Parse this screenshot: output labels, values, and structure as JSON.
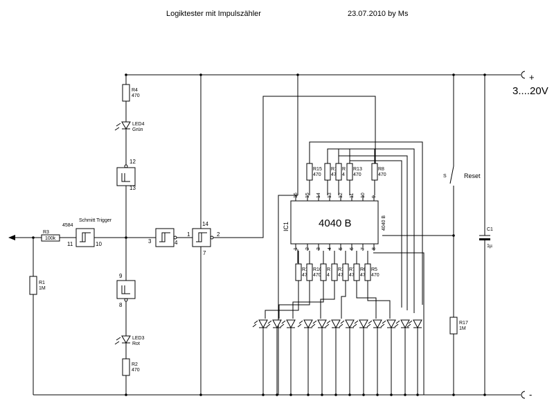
{
  "header": {
    "title": "Logiktester mit Impulszähler",
    "date": "23.07.2010 by Ms"
  },
  "supply": {
    "plus": "+",
    "minus": "-",
    "voltage": "3....20V"
  },
  "ic1": {
    "ref": "IC1",
    "name": "4040 B",
    "vert": "4040 B",
    "top_pins": [
      "16",
      "15",
      "14",
      "13",
      "12",
      "11",
      "10",
      "9"
    ],
    "bottom_pins": [
      "1",
      "2",
      "3",
      "4",
      "5",
      "6",
      "7",
      "8"
    ]
  },
  "schmitt": {
    "family": "4584",
    "label": "Schmitt Trigger",
    "g1_in": "11",
    "g1_out": "10",
    "g2_in": "3",
    "g2_out": "4",
    "g3_in": "1",
    "g3_out": "2",
    "g3_vcc": "14",
    "g3_gnd": "7",
    "g4_in": "12",
    "g4_out": "13",
    "g5_in": "9",
    "g5_out": "8"
  },
  "components": {
    "r1": {
      "ref": "R1",
      "val": "1M"
    },
    "r2": {
      "ref": "R2",
      "val": "470"
    },
    "r3": {
      "ref": "R3",
      "val": "100k"
    },
    "r4": {
      "ref": "R4",
      "val": "470"
    },
    "led3": {
      "ref": "LED3",
      "val": "Rot"
    },
    "led4": {
      "ref": "LED4",
      "val": "Grün"
    },
    "r17": {
      "ref": "R17",
      "val": "1M"
    },
    "c1": {
      "ref": "C1",
      "val": "1µ"
    },
    "switch": {
      "ref": "S",
      "label": "Reset"
    }
  },
  "resistors_top": [
    {
      "ref": "R15",
      "val": "470"
    },
    {
      "ref": "R14",
      "val": "470"
    },
    {
      "ref": "R",
      "val": "4"
    },
    {
      "ref": "R13",
      "val": "470"
    },
    {
      "ref": "R8",
      "val": "470"
    }
  ],
  "resistors_bottom": [
    {
      "ref": "R16",
      "val": "470"
    },
    {
      "ref": "R10",
      "val": "470"
    },
    {
      "ref": "R",
      "val": "4"
    },
    {
      "ref": "R11",
      "val": "470"
    },
    {
      "ref": "R7",
      "val": "470"
    },
    {
      "ref": "R6",
      "val": "470"
    },
    {
      "ref": "R5",
      "val": "470"
    }
  ],
  "leds_count": 12
}
